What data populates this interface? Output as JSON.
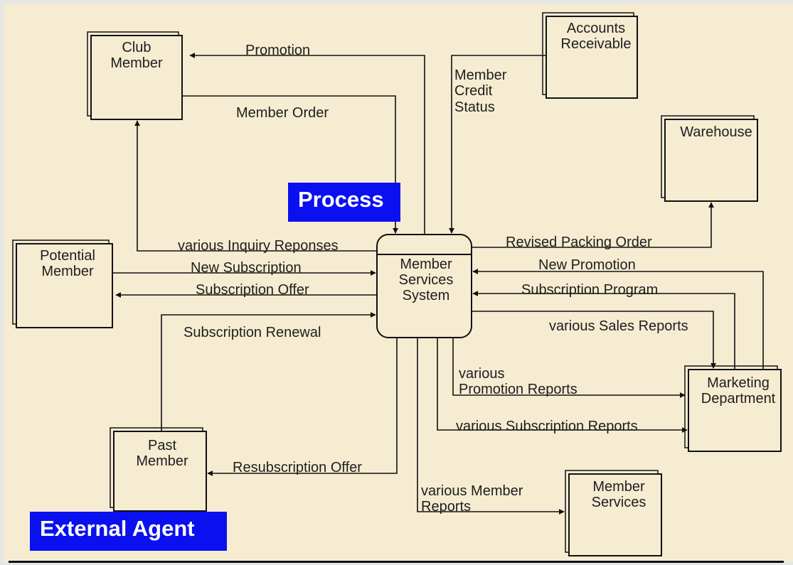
{
  "callouts": {
    "process": "Process",
    "external_agent": "External Agent"
  },
  "entities": {
    "club_member": [
      "Club",
      "Member"
    ],
    "accounts_receivable": [
      "Accounts",
      "Receivable"
    ],
    "warehouse": [
      "Warehouse"
    ],
    "potential_member": [
      "Potential",
      "Member"
    ],
    "marketing_department": [
      "Marketing",
      "Department"
    ],
    "past_member": [
      "Past",
      "Member"
    ],
    "member_services": [
      "Member",
      "Services"
    ]
  },
  "process": {
    "name": [
      "Member",
      "Services",
      "System"
    ]
  },
  "flows": {
    "promotion": "Promotion",
    "member_order": "Member Order",
    "member_credit_status": [
      "Member",
      "Credit",
      "Status"
    ],
    "various_inquiry_responses": "various Inquiry Reponses",
    "new_subscription": "New Subscription",
    "subscription_offer": "Subscription Offer",
    "subscription_renewal": "Subscription Renewal",
    "revised_packing_order": "Revised Packing Order",
    "new_promotion": "New Promotion",
    "subscription_program": "Subscription Program",
    "various_sales_reports": "various Sales Reports",
    "various_promotion_reports": [
      "various",
      "Promotion Reports"
    ],
    "various_subscription_reports": "various Subscription Reports",
    "resubscription_offer": "Resubscription Offer",
    "various_member_reports": [
      "various Member",
      "Reports"
    ]
  }
}
